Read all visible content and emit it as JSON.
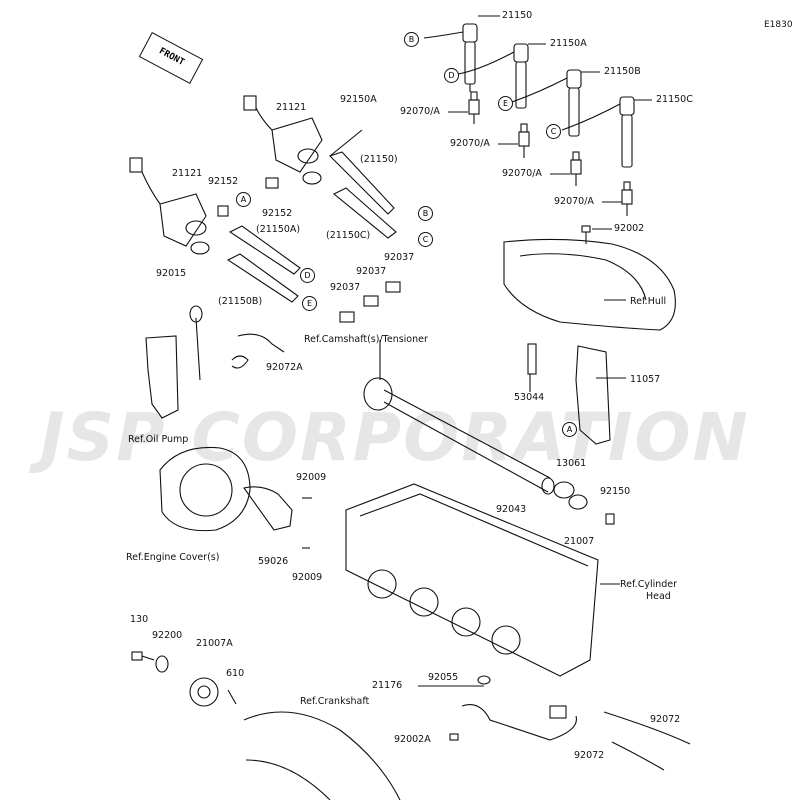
{
  "diagram_code": "E1830",
  "front_label": "FRONT",
  "watermark": "JSP CORPORATION",
  "callouts": {
    "b": "B",
    "d": "D",
    "e": "E",
    "c": "C",
    "a": "A"
  },
  "labels": {
    "p21150": "21150",
    "p21150A": "21150A",
    "p21150B": "21150B",
    "p21150C": "21150C",
    "p92070a1": "92070/A",
    "p92070a2": "92070/A",
    "p92070a3": "92070/A",
    "p92070a4": "92070/A",
    "p92002": "92002",
    "p21121_top": "21121",
    "p92150A": "92150A",
    "p21150_paren": "(21150)",
    "p21121_left": "21121",
    "p92152_a": "92152",
    "p92152_b": "92152",
    "p21150A_paren": "(21150A)",
    "p21150C_paren": "(21150C)",
    "p92015": "92015",
    "p21150B_paren": "(21150B)",
    "p92037_a": "92037",
    "p92037_b": "92037",
    "p92037_c": "92037",
    "ref_hull": "Ref.Hull",
    "ref_camshaft": "Ref.Camshaft(s)/Tensioner",
    "p92072A": "92072A",
    "p53044": "53044",
    "p11057": "11057",
    "ref_oil_pump": "Ref.Oil Pump",
    "p13061": "13061",
    "p92009_a": "92009",
    "p92043": "92043",
    "p92150": "92150",
    "p21007": "21007",
    "ref_engine_cover": "Ref.Engine Cover(s)",
    "p59026": "59026",
    "p92009_b": "92009",
    "ref_cyl_head_1": "Ref.Cylinder",
    "ref_cyl_head_2": "Head",
    "p130": "130",
    "p92200": "92200",
    "p21007A": "21007A",
    "p610": "610",
    "ref_crankshaft": "Ref.Crankshaft",
    "p21176": "21176",
    "p92055": "92055",
    "p92072_a": "92072",
    "p92002A": "92002A",
    "p92072_b": "92072"
  }
}
